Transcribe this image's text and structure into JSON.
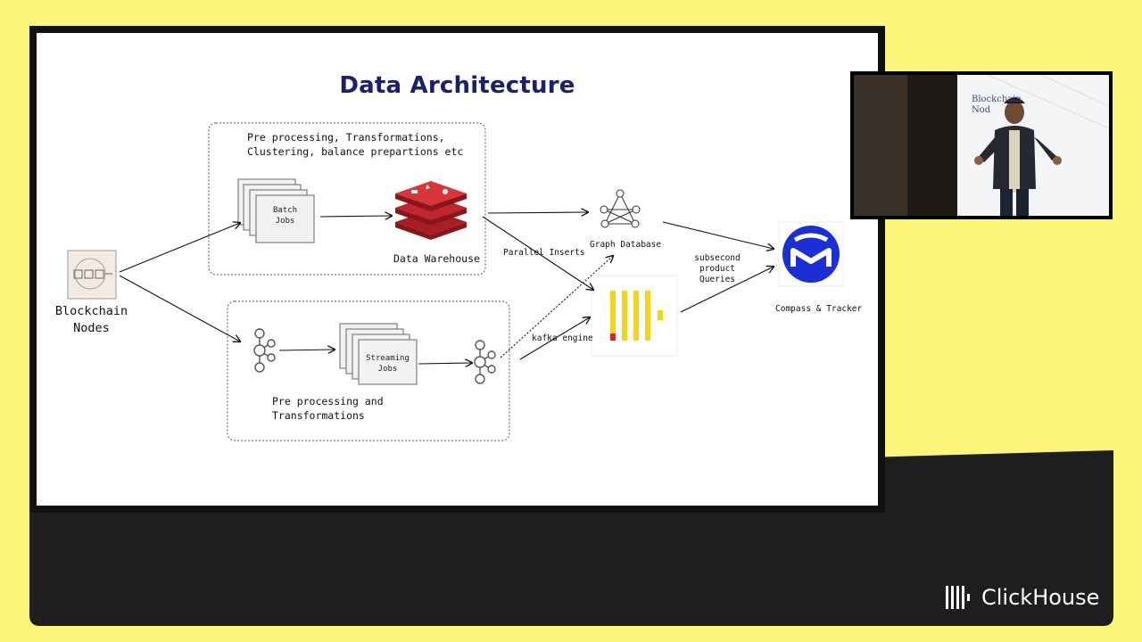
{
  "slide": {
    "title": "Data Architecture",
    "batch_group_label": "Pre processing, Transformations,\nClustering, balance prepartions etc",
    "stream_group_label": "Pre processing and\nTransformations",
    "blockchain_label": "Blockchain\nNodes",
    "batch_jobs_label": "Batch\nJobs",
    "streaming_jobs_label": "Streaming\nJobs",
    "data_warehouse_label": "Data Warehouse",
    "graph_db_label": "Graph Database",
    "parallel_inserts_label": "Parallel Inserts",
    "kafka_engine_label": "kafka engine",
    "subsecond_label": "subsecond\nproduct Queries",
    "compass_label": "Compass & Tracker"
  },
  "webcam": {
    "board_text": "Blockchain\nNod"
  },
  "branding": {
    "logo_text": "ClickHouse"
  },
  "colors": {
    "background": "#fbf67a",
    "bottom_panel": "#1e1e1e",
    "title": "#1b1f6e",
    "warehouse": "#c0262d",
    "clickhouse_yellow": "#f2d41e",
    "clickhouse_red": "#d62a1e",
    "compass_blue": "#1a2fd6"
  }
}
